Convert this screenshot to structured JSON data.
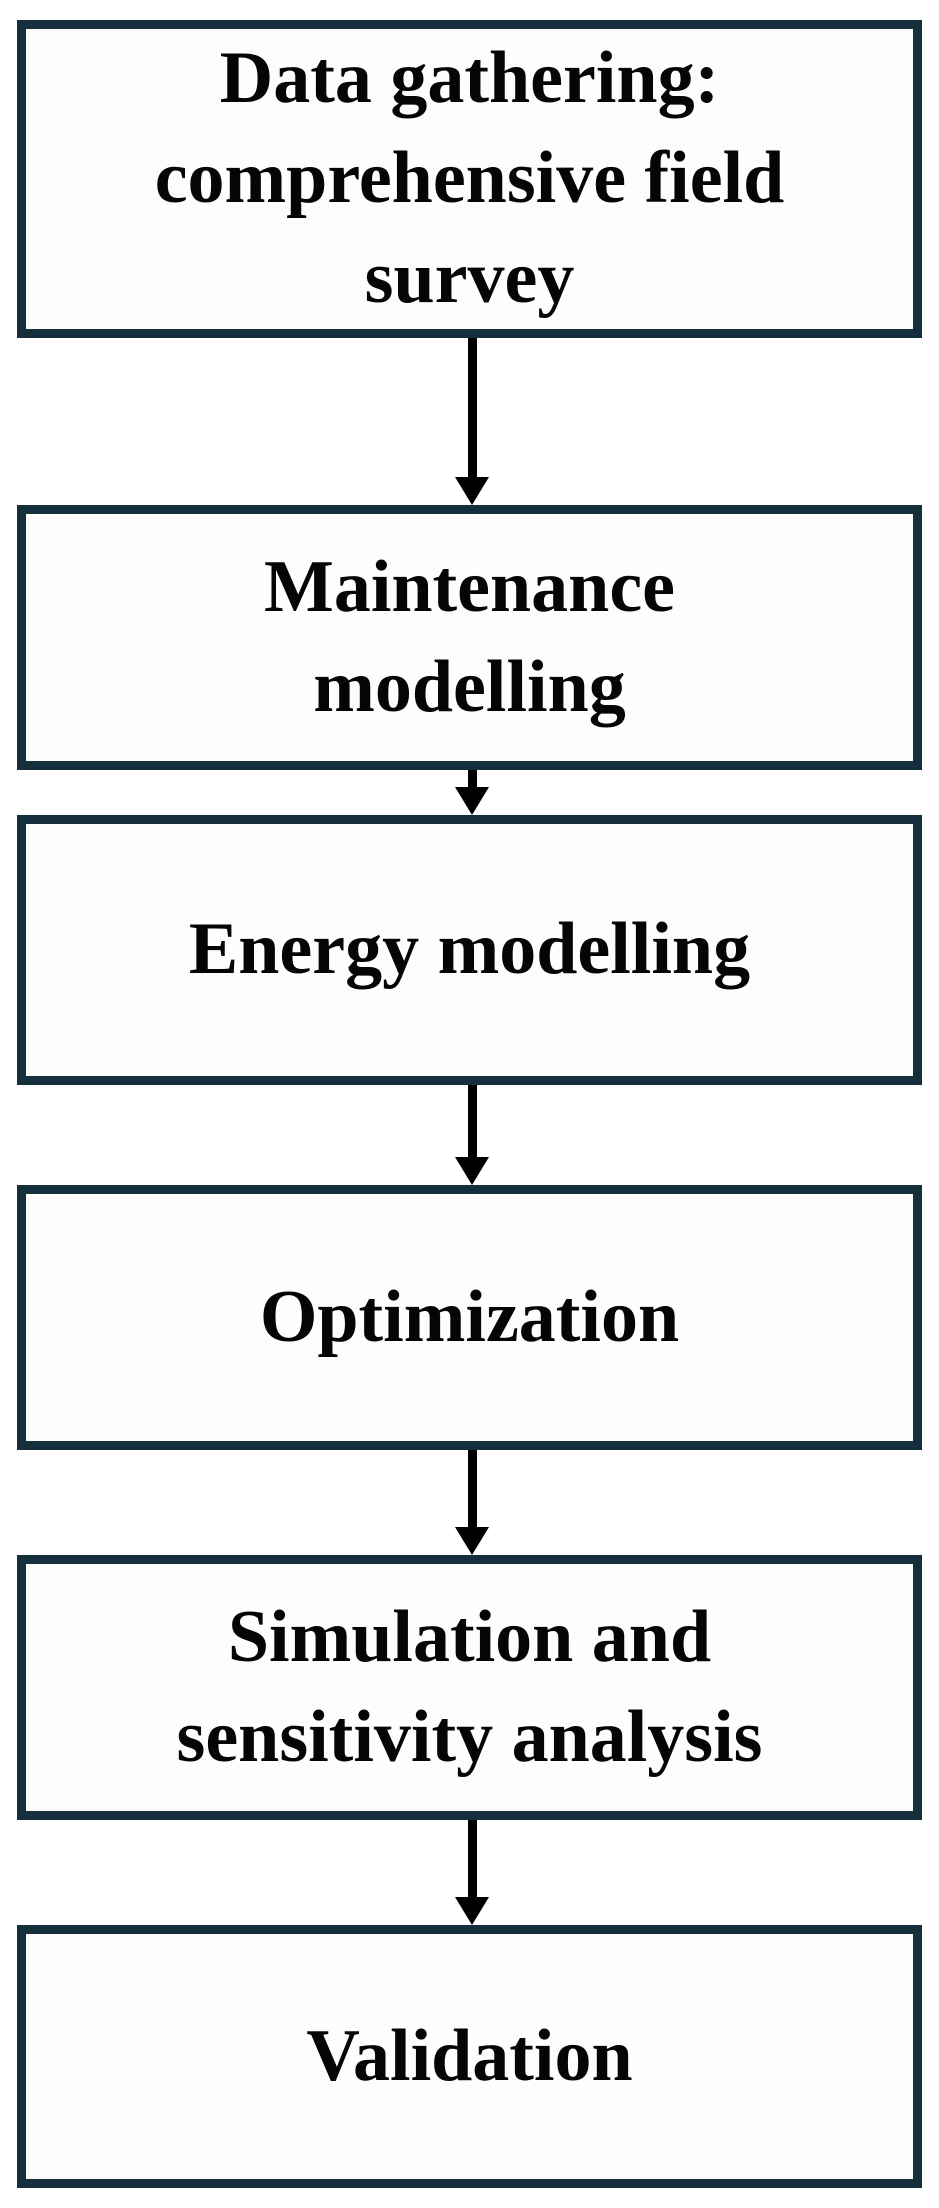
{
  "flowchart": {
    "type": "flowchart",
    "direction": "top-down",
    "steps": [
      {
        "id": "data-gathering",
        "label": "Data gathering:\ncomprehensive field\nsurvey"
      },
      {
        "id": "maintenance-modelling",
        "label": "Maintenance\nmodelling"
      },
      {
        "id": "energy-modelling",
        "label": "Energy modelling"
      },
      {
        "id": "optimization",
        "label": "Optimization"
      },
      {
        "id": "simulation-sensitivity-analysis",
        "label": "Simulation and\nsensitivity analysis"
      },
      {
        "id": "validation",
        "label": "Validation"
      }
    ],
    "connectors": [
      {
        "from": "data-gathering",
        "to": "maintenance-modelling"
      },
      {
        "from": "maintenance-modelling",
        "to": "energy-modelling"
      },
      {
        "from": "energy-modelling",
        "to": "optimization"
      },
      {
        "from": "optimization",
        "to": "simulation-sensitivity-analysis"
      },
      {
        "from": "simulation-sensitivity-analysis",
        "to": "validation"
      }
    ],
    "colors": {
      "box_border": "#15303c",
      "box_fill": "#fdfdfd",
      "arrow": "#000000",
      "text": "#050505",
      "background": "#ffffff"
    }
  }
}
